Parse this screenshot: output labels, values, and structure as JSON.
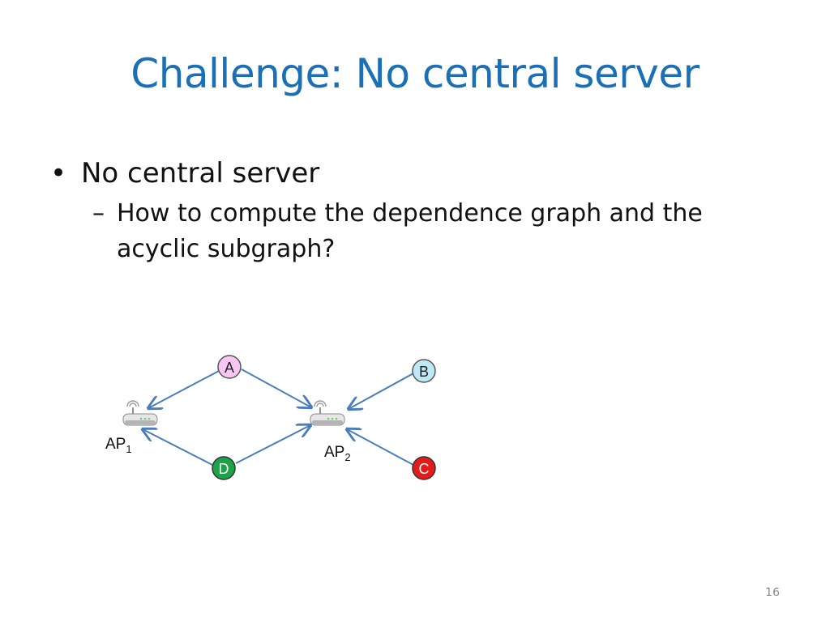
{
  "slide": {
    "title": "Challenge: No central server",
    "bullet_marker": "•",
    "bullet_1": "No central server",
    "sub_marker": "–",
    "sub_bullet_1": "How to compute the dependence graph and the acyclic subgraph?",
    "page_number": "16"
  },
  "diagram": {
    "nodes": {
      "a": {
        "label": "A",
        "color": "#f7c6f2"
      },
      "b": {
        "label": "B",
        "color": "#bfe8f6"
      },
      "c": {
        "label": "C",
        "color": "#e31b1b"
      },
      "d": {
        "label": "D",
        "color": "#1aa447"
      }
    },
    "ap1": {
      "prefix": "AP",
      "sub": "1"
    },
    "ap2": {
      "prefix": "AP",
      "sub": "2"
    },
    "edge_color": "#4a7ebb"
  }
}
